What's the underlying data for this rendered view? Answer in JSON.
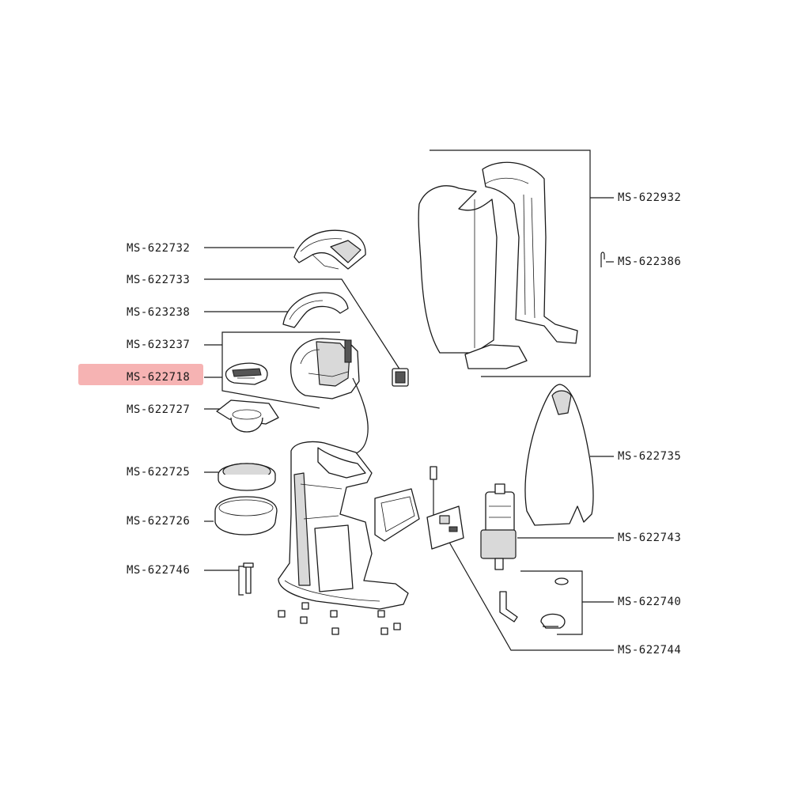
{
  "colors": {
    "highlight": "#f4a6a6",
    "line": "#1a1a1a",
    "part_fill_grey": "#d9d9d9"
  },
  "highlighted_part": "MS-622718",
  "labels": {
    "l1": "MS-622732",
    "l2": "MS-622733",
    "l3": "MS-623238",
    "l4": "MS-623237",
    "l5": "MS-622718",
    "l6": "MS-622727",
    "l7": "MS-622725",
    "l8": "MS-622726",
    "l9": "MS-622746",
    "r1": "MS-622932",
    "r2": "MS-622386",
    "r3": "MS-622735",
    "r4": "MS-622743",
    "r5": "MS-622740",
    "r6": "MS-622744"
  }
}
